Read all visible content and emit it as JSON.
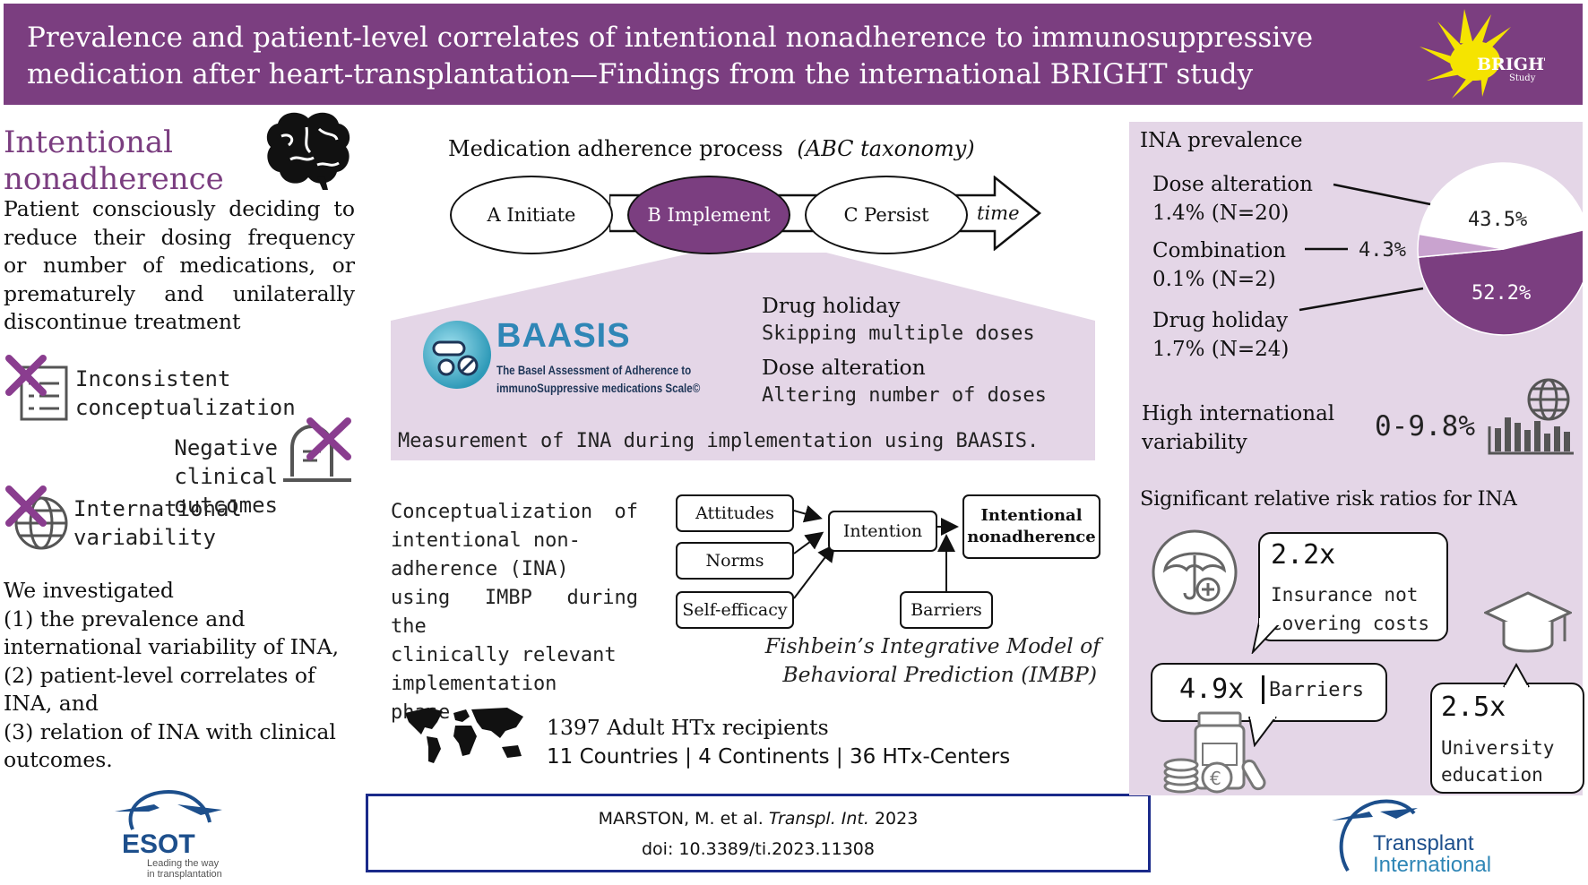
{
  "header": {
    "title_line1": "Prevalence and patient-level correlates of intentional nonadherence to immunosuppressive",
    "title_line2": "medication after heart-transplantation—Findings from the international BRIGHT study",
    "logo_text": "BRIGHT",
    "logo_sub": "Study",
    "colors": {
      "background": "#7b3e80",
      "logo_yellow": "#f5e400"
    }
  },
  "left": {
    "heading": "Intentional nonadherence",
    "heading_line1": "Intentional",
    "heading_line2": "nonadherence",
    "definition_lines": [
      "Patient consciously deciding to",
      "reduce their dosing frequency",
      "or number of medications, or",
      "prematurely and unilaterally",
      "discontinue treatment"
    ],
    "issues": {
      "conceptualization_l1": "Inconsistent",
      "conceptualization_l2": "conceptualization",
      "outcomes_l1": "Negative clinical",
      "outcomes_l2": "outcomes",
      "variability_l1": "International",
      "variability_l2": "variability"
    },
    "investigated_lines": [
      "We investigated",
      "(1) the prevalence and",
      "international variability of INA,",
      "(2) patient-level correlates of",
      "INA, and",
      "(3) relation of INA with clinical",
      "outcomes."
    ],
    "esot_logo": "ESOT",
    "esot_tagline_l1": "Leading the way",
    "esot_tagline_l2": "in transplantation"
  },
  "middle": {
    "process_title": "Medication adherence process",
    "process_sub": "(ABC taxonomy)",
    "phase_a": "A Initiate",
    "phase_b": "B Implement",
    "phase_c": "C Persist",
    "time_label": "time",
    "baasis_logo": "BAASIS",
    "baasis_sub_l1": "The Basel Assessment of Adherence to",
    "baasis_sub_l2": "immunoSuppressive medications Scale©",
    "drug_holiday_title": "Drug holiday",
    "drug_holiday_desc": "Skipping multiple doses",
    "dose_alteration_title": "Dose alteration",
    "dose_alteration_desc": "Altering number of doses",
    "measurement": "Measurement of INA during implementation using BAASIS.",
    "concept_lines": [
      "Conceptualization of",
      "intentional non-",
      "adherence (INA)",
      "using IMBP during the",
      "clinically relevant",
      "implementation phase."
    ],
    "model": {
      "attitudes": "Attitudes",
      "norms": "Norms",
      "self_efficacy": "Self-efficacy",
      "intention": "Intention",
      "barriers": "Barriers",
      "outcome_l1": "Intentional",
      "outcome_l2": "nonadherence",
      "caption_l1": "Fishbein’s Integrative Model of",
      "caption_l2": "Behavioral Prediction (IMBP)"
    },
    "sample_l1": "1397 Adult HTx recipients",
    "sample_l2": "11 Countries |  4 Continents |  36 HTx-Centers",
    "citation_authors": "MARSTON, M. et al.",
    "citation_journal": "Transpl. Int.",
    "citation_year": "2023",
    "citation_doi": "doi: 10.3389/ti.2023.11308"
  },
  "right": {
    "prevalence_title": "INA prevalence",
    "dose_alteration_label": "Dose alteration",
    "dose_alteration_value": "1.4% (N=20)",
    "combination_label": "Combination",
    "combination_value": "0.1% (N=2)",
    "combination_pct": "4.3%",
    "drug_holiday_label": "Drug holiday",
    "drug_holiday_value": "1.7% (N=24)",
    "variability_l1": "High international",
    "variability_l2": "variability",
    "variability_range": "0-9.8%",
    "rr_title": "Significant relative risk ratios for INA",
    "rr_insurance_value": "2.2x",
    "rr_insurance_l1": "Insurance not",
    "rr_insurance_l2": "covering costs",
    "rr_barriers_value": "4.9x",
    "rr_barriers_label": "Barriers",
    "rr_university_value": "2.5x",
    "rr_university_l1": "University",
    "rr_university_l2": "education",
    "ti_logo_l1": "Transplant",
    "ti_logo_l2": "International"
  },
  "chart_data": {
    "type": "pie",
    "categories": [
      "Dose alteration",
      "Combination",
      "Drug holiday"
    ],
    "values": [
      43.5,
      4.3,
      52.2
    ],
    "labels": [
      "43.5%",
      "4.3%",
      "52.2%"
    ],
    "colors": [
      "#ffffff",
      "#c9a3cf",
      "#7b3e80"
    ]
  }
}
